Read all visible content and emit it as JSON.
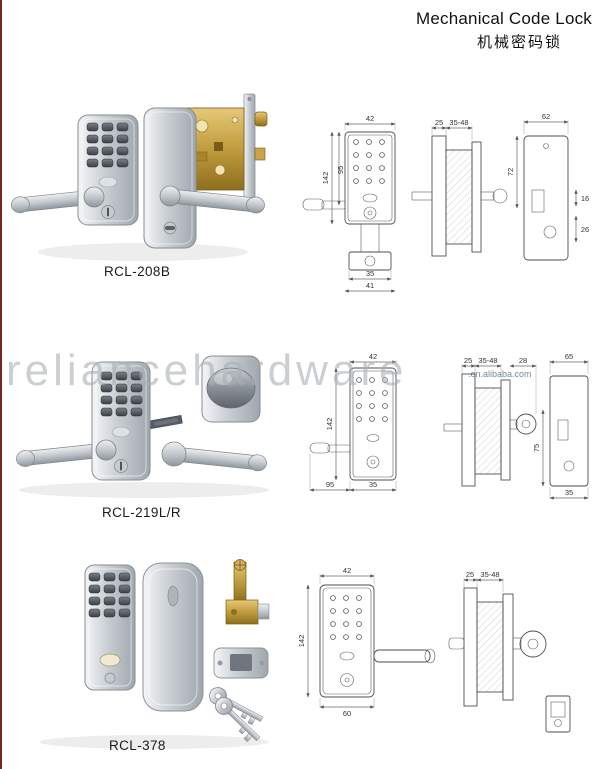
{
  "page": {
    "title_en": "Mechanical Code Lock",
    "title_zh": "机械密码锁",
    "watermark": "reliancehardware",
    "watermark_suffix": ".en.alibaba.com"
  },
  "products": [
    {
      "model": "RCL-208B",
      "dims": {
        "face_width": "42",
        "face_height": "142",
        "handle_offset": "95",
        "bottom_width": "35",
        "bottom_total": "41",
        "side_depth": "25",
        "door_thickness": "35-48",
        "plate_width": "62",
        "plate_height": "72",
        "cyl_a": "16",
        "cyl_b": "26"
      }
    },
    {
      "model": "RCL-219L/R",
      "dims": {
        "face_width": "42",
        "face_height": "142",
        "handle_offset": "95",
        "bottom_width": "35",
        "side_depth": "25",
        "door_thickness": "35-48",
        "knob_depth": "28",
        "plate_width": "65",
        "plate_height": "75",
        "plate_bottom": "35"
      }
    },
    {
      "model": "RCL-378",
      "dims": {
        "face_width": "42",
        "face_height": "142",
        "bottom_width": "60",
        "side_depth": "25",
        "door_thickness": "35-48"
      }
    }
  ]
}
